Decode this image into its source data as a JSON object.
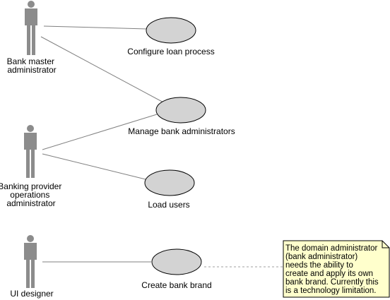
{
  "diagram": {
    "actors": [
      {
        "id": "bank-master-admin",
        "label_lines": [
          "Bank master",
          "administrator"
        ]
      },
      {
        "id": "banking-provider-ops-admin",
        "label_lines": [
          "Banking provider",
          "operations",
          "administrator"
        ]
      },
      {
        "id": "ui-designer",
        "label_lines": [
          "UI designer"
        ]
      }
    ],
    "use_cases": [
      {
        "id": "configure-loan-process",
        "label": "Configure loan process"
      },
      {
        "id": "manage-bank-administrators",
        "label": "Manage bank administrators"
      },
      {
        "id": "load-users",
        "label": "Load users"
      },
      {
        "id": "create-bank-brand",
        "label": "Create bank brand"
      }
    ],
    "note": {
      "lines": [
        "The domain administrator",
        "(bank administrator)",
        "needs the ability to",
        "create and apply its own",
        "bank brand. Currently this",
        "is a technology limitation."
      ]
    },
    "associations": [
      [
        "bank-master-admin",
        "configure-loan-process"
      ],
      [
        "bank-master-admin",
        "manage-bank-administrators"
      ],
      [
        "banking-provider-ops-admin",
        "manage-bank-administrators"
      ],
      [
        "banking-provider-ops-admin",
        "load-users"
      ],
      [
        "ui-designer",
        "create-bank-brand"
      ]
    ],
    "colors": {
      "actor_fill": "#8c8c8c",
      "usecase_fill": "#d3d3d3",
      "stroke": "#000000",
      "line": "#808080",
      "note_fill": "#ffffcc"
    }
  }
}
